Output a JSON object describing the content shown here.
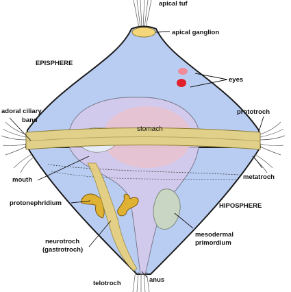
{
  "diagram": {
    "labels": {
      "apical_tuft": "apical tuf",
      "apical_ganglion": "apical ganglion",
      "episphere": "EPISPHERE",
      "eyes": "eyes",
      "adoral_ciliary_band_line1": "adoral ciliary",
      "adoral_ciliary_band_line2": "band",
      "prototroch": "prototroch",
      "stomach": "stomach",
      "mouth": "mouth",
      "metatroch": "metatroch",
      "protonephridium": "protonephridium",
      "hiposphere": "HIPOSPHERE",
      "mesodermal_primordium_line1": "mesodermal",
      "mesodermal_primordium_line2": "primordium",
      "neurotroch_line1": "neurotroch",
      "neurotroch_line2": "(gastrotroch)",
      "telotroch": "telotroch",
      "anus": "anus"
    },
    "colors": {
      "body_fill": "#b9cdf3",
      "body_stroke": "#1a1a1a",
      "gut_fill": "#d8c9ea",
      "stomach_fill": "#e8c2cf",
      "prototroch_band": "#e0d08a",
      "ganglion": "#f3d77a",
      "eye_pink": "#f08a9a",
      "eye_red": "#e0202a",
      "protonephridia": "#e0b233",
      "neurotroch": "#e8cf7a",
      "mesoderm": "#c9d6c4"
    }
  }
}
